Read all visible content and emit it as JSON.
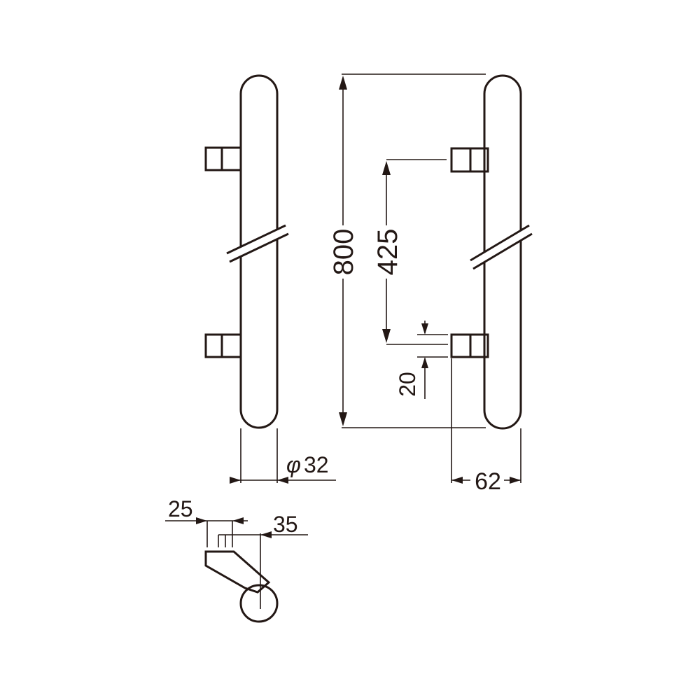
{
  "drawing": {
    "dimensions": {
      "length_total": "800",
      "hole_pitch": "425",
      "post_width": "20",
      "diameter_symbol": "φ",
      "diameter": "32",
      "projection": "62",
      "post_depth": "25",
      "offset": "35"
    },
    "line_color": "#231815",
    "background": "#ffffff"
  }
}
